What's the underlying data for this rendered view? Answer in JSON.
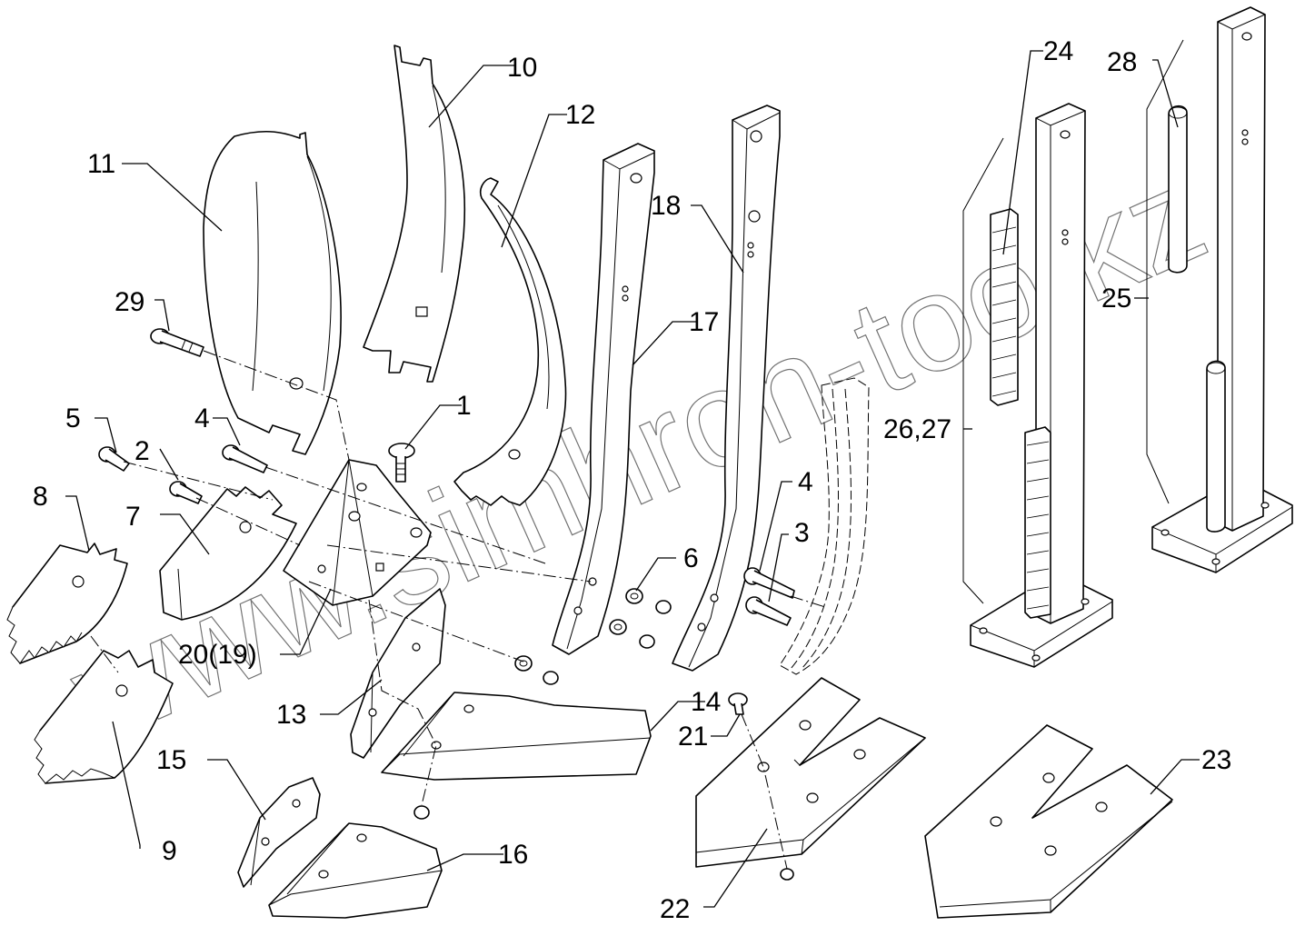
{
  "diagram": {
    "watermark": "www.simhron-too.kz",
    "callouts": [
      {
        "id": "1",
        "text": "1"
      },
      {
        "id": "2",
        "text": "2"
      },
      {
        "id": "3",
        "text": "3"
      },
      {
        "id": "4a",
        "text": "4"
      },
      {
        "id": "4b",
        "text": "4"
      },
      {
        "id": "5",
        "text": "5"
      },
      {
        "id": "6",
        "text": "6"
      },
      {
        "id": "7",
        "text": "7"
      },
      {
        "id": "8",
        "text": "8"
      },
      {
        "id": "9",
        "text": "9"
      },
      {
        "id": "10",
        "text": "10"
      },
      {
        "id": "11",
        "text": "11"
      },
      {
        "id": "12",
        "text": "12"
      },
      {
        "id": "13",
        "text": "13"
      },
      {
        "id": "14",
        "text": "14"
      },
      {
        "id": "15",
        "text": "15"
      },
      {
        "id": "16",
        "text": "16"
      },
      {
        "id": "17",
        "text": "17"
      },
      {
        "id": "18",
        "text": "18"
      },
      {
        "id": "20-19",
        "text": "20(19)"
      },
      {
        "id": "21",
        "text": "21"
      },
      {
        "id": "22",
        "text": "22"
      },
      {
        "id": "23",
        "text": "23"
      },
      {
        "id": "24",
        "text": "24"
      },
      {
        "id": "25",
        "text": "25"
      },
      {
        "id": "26-27",
        "text": "26,27"
      },
      {
        "id": "28",
        "text": "28"
      },
      {
        "id": "29",
        "text": "29"
      }
    ]
  }
}
